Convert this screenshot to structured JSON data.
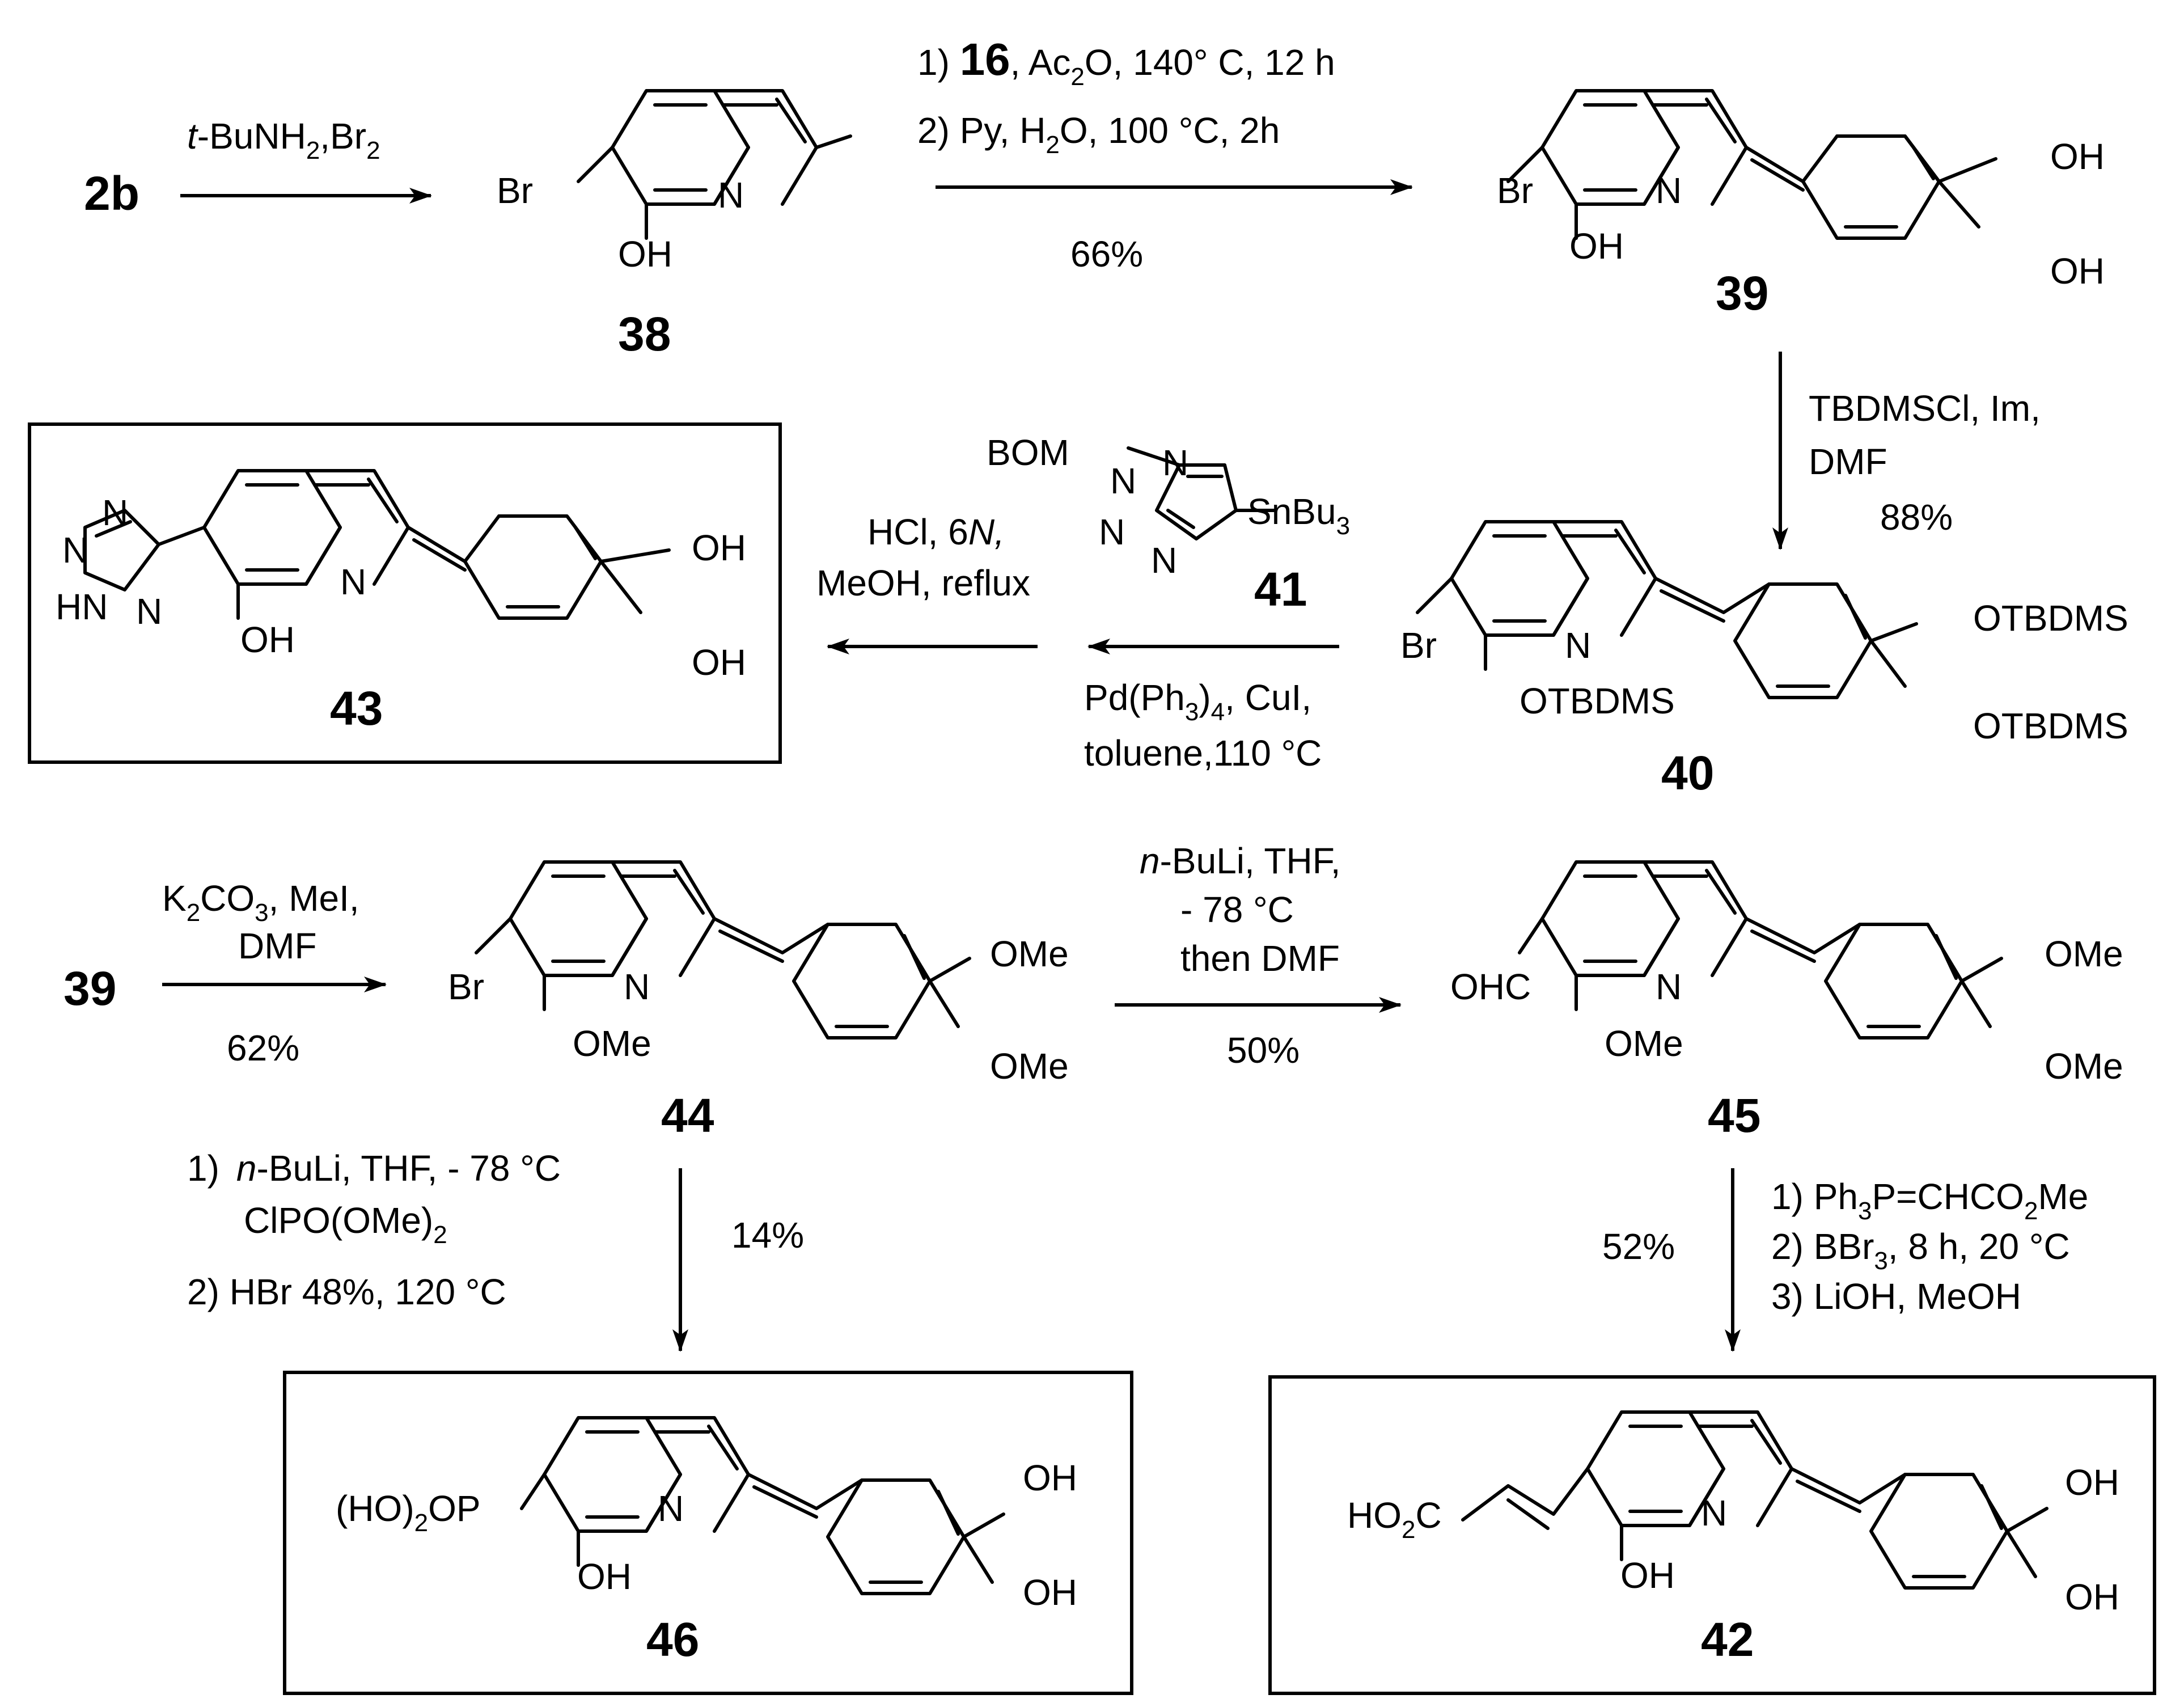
{
  "compounds": {
    "c2b": "2b",
    "c38": "38",
    "c39": "39",
    "c40": "40",
    "c41": "41",
    "c43": "43",
    "c44": "44",
    "c45": "45",
    "c46": "46",
    "c42": "42",
    "c39b": "39"
  },
  "atoms": {
    "br": "Br",
    "oh": "OH",
    "n": "N",
    "otbdms": "OTBDMS",
    "ome": "OMe",
    "ohc": "OHC",
    "bom": "BOM",
    "snbu3": "SnBu",
    "sn_sub": "3",
    "hn": "HN",
    "po3": "(HO)",
    "po3_sub": "2",
    "po3_tail": "OP",
    "ho2c": "HO",
    "ho2c_sub": "2",
    "ho2c_tail": "C"
  },
  "reagents": {
    "r1_a": "t",
    "r1_b": "-BuNH",
    "r1_sub": "2",
    "r1_c": ",Br",
    "r1_sub2": "2",
    "r2_l1_a": "1) ",
    "r2_l1_bold": "16",
    "r2_l1_b": ", Ac",
    "r2_l1_sub": "2",
    "r2_l1_c": "O, 140° C, 12 h",
    "r2_l2_a": "2) Py, H",
    "r2_l2_sub": "2",
    "r2_l2_b": "O, 100 °C, 2h",
    "r2_yield": "66%",
    "r3_l1": "TBDMSCl, Im,",
    "r3_l2": "DMF",
    "r3_yield": "88%",
    "r4_l1_a": "Pd(Ph",
    "r4_l1_sub": "3",
    "r4_l1_b": ")",
    "r4_l1_sub2": "4",
    "r4_l1_c": ", CuI,",
    "r4_l2": "toluene,110 °C",
    "r5_l1_a": "HCl, 6",
    "r5_l1_it": "N,",
    "r5_l2": "MeOH, reflux",
    "r6_l1_a": "K",
    "r6_l1_sub": "2",
    "r6_l1_b": "CO",
    "r6_l1_sub2": "3",
    "r6_l1_c": ", MeI,",
    "r6_l2": "DMF",
    "r6_yield": "62%",
    "r7_l1_it": "n",
    "r7_l1_b": "-BuLi, THF,",
    "r7_l2": "- 78 °C",
    "r7_l3": "then DMF",
    "r7_yield": "50%",
    "r8_l1_a": "1)",
    "r8_l1_it": "n",
    "r8_l1_b": "-BuLi, THF, - 78 °C",
    "r8_l2_a": "ClPO(OMe)",
    "r8_l2_sub": "2",
    "r8_l3": "2) HBr 48%, 120 °C",
    "r8_yield": "14%",
    "r9_l1_a": "1) Ph",
    "r9_l1_sub": "3",
    "r9_l1_b": "P=CHCO",
    "r9_l1_sub2": "2",
    "r9_l1_c": "Me",
    "r9_l2_a": "2) BBr",
    "r9_l2_sub": "3",
    "r9_l2_b": ", 8 h, 20 °C",
    "r9_l3": "3) LiOH, MeOH",
    "r9_yield": "52%"
  }
}
